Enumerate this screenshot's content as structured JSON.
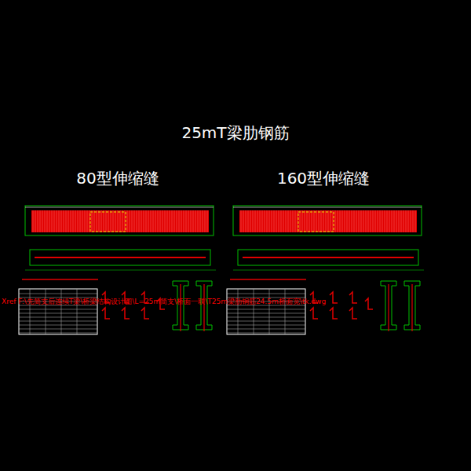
{
  "diagram": {
    "title": "25mT梁肋钢筋",
    "labels": [
      "80型伸缩缝",
      "160型伸缩缝",
      "Xref F:\\先简支后连续T梁\\桥梁结构设计图\\L=25m简支\\桥面一联\\T25m梁肋钢筋24.5m桥面宽\\tk.dwg"
    ]
  }
}
